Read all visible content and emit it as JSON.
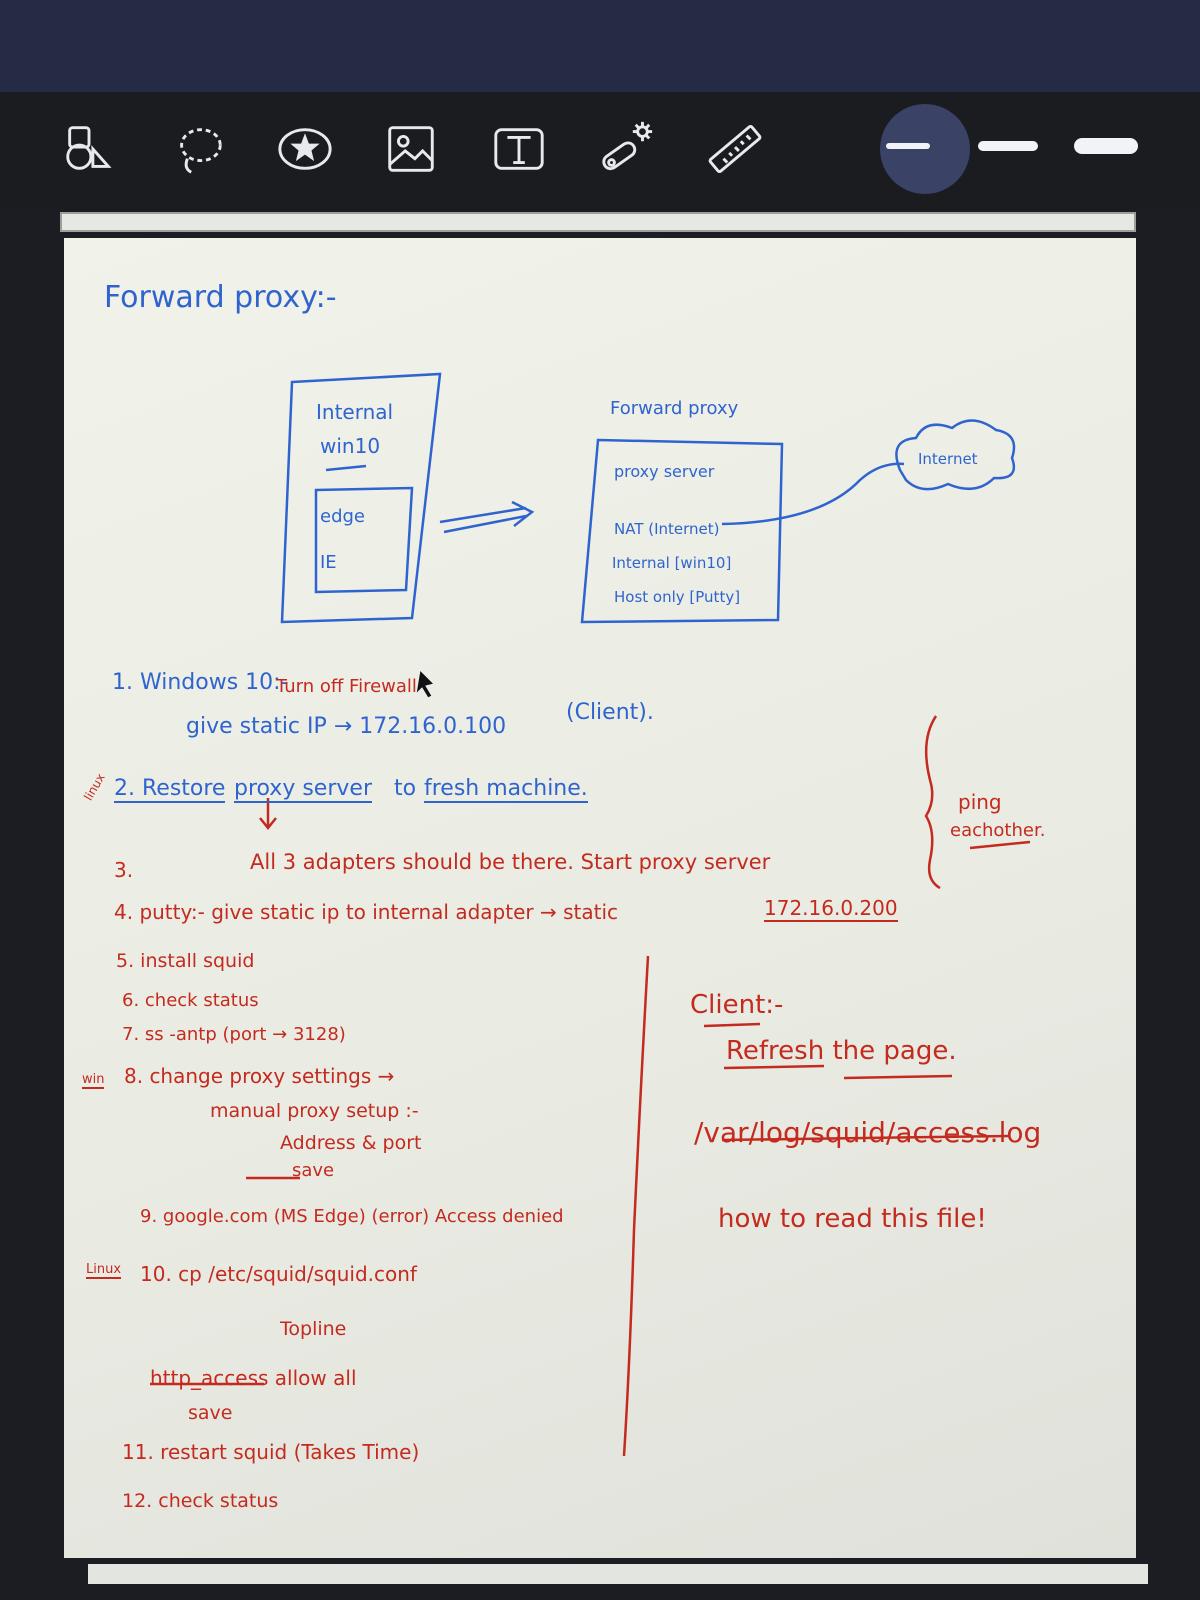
{
  "toolbar": {
    "tools": [
      {
        "icon": "shapes-icon"
      },
      {
        "icon": "lasso-select-icon"
      },
      {
        "icon": "sticker-icon"
      },
      {
        "icon": "image-icon"
      },
      {
        "icon": "text-tool-icon"
      },
      {
        "icon": "laser-pointer-icon"
      },
      {
        "icon": "ruler-icon"
      }
    ],
    "pen_sizes": [
      "thin",
      "medium",
      "thick"
    ]
  },
  "notes": {
    "title": "Forward proxy:-",
    "diagram": {
      "client_box": {
        "line1": "Internal",
        "line2": "win10",
        "browsers": [
          "edge",
          "IE"
        ]
      },
      "proxy_label": "Forward proxy",
      "proxy_box": {
        "line1": "proxy server",
        "line2": "NAT (Internet)",
        "line3": "Internal [win10]",
        "line4": "Host only [Putty]"
      },
      "cloud_label": "Internet"
    },
    "steps_blue": {
      "s1a": "1. Windows 10:-",
      "s1b": "Turn off Firewall",
      "s1c": "give static IP → 172.16.0.100",
      "s1d": "(Client).",
      "s2a": "2. Restore",
      "s2b": "proxy server",
      "s2c": "to",
      "s2d": "fresh machine."
    },
    "steps_red": {
      "s2_side": "linux",
      "s3_num": "3.",
      "s3": "All 3 adapters should be there. Start proxy server",
      "ping": "ping",
      "eachother": "eachother.",
      "s4": "4. putty:- give static ip to internal adapter → static",
      "s4_ip": "172.16.0.200",
      "s5": "5. install squid",
      "s6": "6. check status",
      "s7": "7. ss -antp (port → 3128)",
      "s8_side": "win",
      "s8": "8. change proxy settings →",
      "s8b": "manual proxy setup :-",
      "s8c": "Address & port",
      "s8d": "save",
      "s9": "9. google.com (MS Edge) (error) Access denied",
      "s10_side": "Linux",
      "s10": "10. cp /etc/squid/squid.conf",
      "s10b": "Topline",
      "s10c": "http_access allow all",
      "s10d": "save",
      "s11": "11. restart squid (Takes Time)",
      "s12": "12. check status",
      "client": "Client:-",
      "refresh": "Refresh the page.",
      "log_path": "/var/log/squid/access.log",
      "how": "how to read this file!"
    },
    "colors": {
      "blue": "#2f64cf",
      "red": "#c42a1e"
    }
  }
}
